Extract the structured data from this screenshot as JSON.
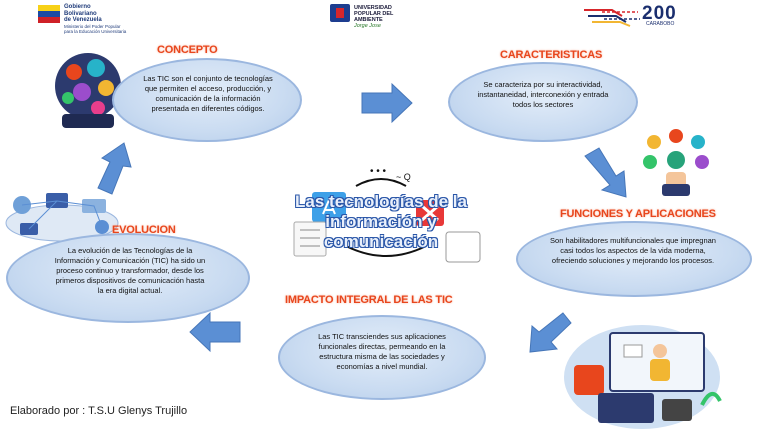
{
  "header": {
    "gov_logo_text": [
      "Gobierno",
      "Bolivariano",
      "de Venezuela",
      "Ministerio del Poder Popular",
      "para la Educación Universitaria"
    ],
    "university_logo_text": [
      "UNIVERSIDAD",
      "POPULAR DEL",
      "AMBIENTE",
      "Jorge Jose"
    ],
    "anniversary_number": "200",
    "anniversary_sub": "CARABOBO"
  },
  "center": {
    "title": "Las tecnologías de la información y comunicación"
  },
  "nodes": {
    "concepto": {
      "title": "CONCEPTO",
      "text": "Las TIC son el conjunto de tecnologías que permiten el acceso, producción, y comunicación de la información presentada en diferentes códigos."
    },
    "caracteristicas": {
      "title": "CARACTERISTICAS",
      "text": "Se caracteriza por su interactividad, instantaneidad, interconexión y entrada todos los sectores"
    },
    "funciones": {
      "title": "FUNCIONES Y APLICACIONES",
      "text": "Son habilitadores multifuncionales que impregnan casi todos los aspectos de la vida moderna, ofreciendo soluciones y mejorando los procesos."
    },
    "impacto": {
      "title": "IMPACTO INTEGRAL DE LAS TIC",
      "text": "Las TIC transciendes sus aplicaciones funcionales directas, permeando en la estructura misma de las sociedades y economías a nivel mundial."
    },
    "evolucion": {
      "title": "EVOLUCION",
      "text": "La evolución de las Tecnologías de la Información y Comunicación (TIC) ha sido un proceso continuo y transformador, desde los primeros dispositivos de comunicación hasta la era digital actual."
    }
  },
  "credit": "Elaborado por : T.S.U Glenys Trujillo",
  "colors": {
    "title": "#e8461d",
    "ellipse": "#c9dbf1",
    "arrow": "#5b8fd4",
    "center_title_stroke": "#2a56a8"
  }
}
